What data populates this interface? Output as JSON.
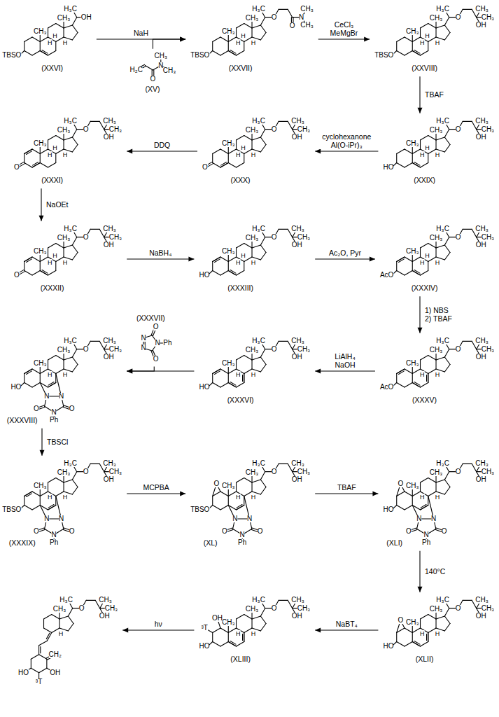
{
  "diagram": {
    "nodes": [
      {
        "text": [
          "H₃C",
          "OH",
          "CH₃",
          "CH₃",
          "H",
          "H",
          "H",
          "TBSO",
          "(XXVI)"
        ]
      },
      {
        "text": [
          "H₂C",
          "O",
          "N",
          "CH₃",
          "CH₃",
          "(XV)"
        ]
      },
      {
        "text": [
          "H₃C",
          "O",
          "O",
          "N",
          "CH₃",
          "CH₃",
          "CH₃",
          "CH₃",
          "H",
          "H",
          "H",
          "TBSO",
          "(XXVII)"
        ]
      },
      {
        "text": [
          "H₃C",
          "O",
          "CH₃",
          "CH₃",
          "OH",
          "CH₃",
          "CH₃",
          "H",
          "H",
          "H",
          "TBSO",
          "(XXVIII)"
        ]
      },
      {
        "text": [
          "H₃C",
          "O",
          "CH₃",
          "CH₃",
          "OH",
          "CH₃",
          "CH₃",
          "H",
          "H",
          "H",
          "O",
          "(XXXI)"
        ]
      },
      {
        "text": [
          "H₃C",
          "O",
          "CH₃",
          "CH₃",
          "OH",
          "CH₃",
          "CH₃",
          "H",
          "H",
          "H",
          "O",
          "(XXX)"
        ]
      },
      {
        "text": [
          "H₃C",
          "O",
          "CH₃",
          "CH₃",
          "OH",
          "CH₃",
          "CH₃",
          "H",
          "H",
          "H",
          "HO",
          "(XXIX)"
        ]
      },
      {
        "text": [
          "H₃C",
          "O",
          "CH₃",
          "CH₃",
          "OH",
          "CH₃",
          "CH₃",
          "H",
          "H",
          "H",
          "O",
          "(XXXII)"
        ]
      },
      {
        "text": [
          "H₃C",
          "O",
          "CH₃",
          "CH₃",
          "OH",
          "CH₃",
          "CH₃",
          "H",
          "H",
          "H",
          "HO",
          "(XXXIII)"
        ]
      },
      {
        "text": [
          "H₃C",
          "O",
          "CH₃",
          "CH₃",
          "OH",
          "CH₃",
          "CH₃",
          "H",
          "H",
          "H",
          "AcO",
          "(XXXIV)"
        ]
      },
      {
        "text": [
          "H₃C",
          "O",
          "CH₃",
          "CH₃",
          "OH",
          "CH₃",
          "CH₃",
          "H",
          "H",
          "HO",
          "N",
          "N",
          "N",
          "O",
          "O",
          "Ph",
          "(XXXVIII)"
        ]
      },
      {
        "text": [
          "N",
          "N",
          "O",
          "O",
          "N",
          "Ph",
          "(XXXVII)"
        ]
      },
      {
        "text": [
          "H₃C",
          "O",
          "CH₃",
          "CH₃",
          "OH",
          "CH₃",
          "CH₃",
          "H",
          "H",
          "HO",
          "(XXXVI)"
        ]
      },
      {
        "text": [
          "H₃C",
          "O",
          "CH₃",
          "CH₃",
          "OH",
          "CH₃",
          "CH₃",
          "H",
          "H",
          "AcO",
          "(XXXV)"
        ]
      },
      {
        "text": [
          "H₃C",
          "O",
          "CH₃",
          "CH₃",
          "OH",
          "CH₃",
          "CH₃",
          "H",
          "H",
          "TBSO",
          "N",
          "N",
          "N",
          "O",
          "O",
          "Ph",
          "(XXXIX)"
        ]
      },
      {
        "text": [
          "H₃C",
          "O",
          "CH₃",
          "CH₃",
          "OH",
          "CH₃",
          "CH₃",
          "H",
          "H",
          "O",
          "TBSO",
          "N",
          "N",
          "N",
          "O",
          "O",
          "Ph",
          "(XL)"
        ]
      },
      {
        "text": [
          "H₃C",
          "O",
          "CH₃",
          "CH₃",
          "OH",
          "CH₃",
          "CH₃",
          "H",
          "H",
          "O",
          "HO",
          "N",
          "N",
          "N",
          "O",
          "O",
          "Ph",
          "(XLI)"
        ]
      },
      {
        "text": [
          "H₃C",
          "O",
          "CH₃",
          "CH₃",
          "OH",
          "CH₃",
          "H",
          "CH₂",
          "OH",
          "³T",
          "HO"
        ]
      },
      {
        "text": [
          "H₃C",
          "O",
          "CH₃",
          "CH₃",
          "OH",
          "CH₃",
          "CH₃",
          "H",
          "H",
          "OH",
          "³T",
          "HO",
          "(XLIII)"
        ]
      },
      {
        "text": [
          "H₃C",
          "O",
          "CH₃",
          "CH₃",
          "OH",
          "CH₃",
          "CH₃",
          "H",
          "H",
          "O",
          "HO",
          "(XLII)"
        ]
      }
    ],
    "edges": [
      {
        "from": 0,
        "to": 2,
        "arrow": "to",
        "label": "NaH"
      },
      {
        "from": 1,
        "to": 2,
        "arrow": "to"
      },
      {
        "from": 2,
        "to": 3,
        "arrow": "to",
        "label": "CeCl₃ MeMgBr"
      },
      {
        "from": 3,
        "to": 6,
        "arrow": "to",
        "label": "TBAF"
      },
      {
        "from": 6,
        "to": 5,
        "arrow": "to",
        "label": "cyclohexanone Al(O-iPr)₃"
      },
      {
        "from": 5,
        "to": 4,
        "arrow": "to",
        "label": "DDQ"
      },
      {
        "from": 4,
        "to": 7,
        "arrow": "to",
        "label": "NaOEt"
      },
      {
        "from": 7,
        "to": 8,
        "arrow": "to",
        "label": "NaBH₄"
      },
      {
        "from": 8,
        "to": 9,
        "arrow": "to",
        "label": "Ac₂O, Pyr"
      },
      {
        "from": 9,
        "to": 13,
        "arrow": "to",
        "label": "1) NBS 2) TBAF"
      },
      {
        "from": 13,
        "to": 12,
        "arrow": "to",
        "label": "LiAlH₄ NaOH"
      },
      {
        "from": 12,
        "to": 10,
        "arrow": "to"
      },
      {
        "from": 11,
        "to": 10,
        "arrow": "to"
      },
      {
        "from": 10,
        "to": 14,
        "arrow": "to",
        "label": "TBSCl"
      },
      {
        "from": 14,
        "to": 15,
        "arrow": "to",
        "label": "MCPBA"
      },
      {
        "from": 15,
        "to": 16,
        "arrow": "to",
        "label": "TBAF"
      },
      {
        "from": 16,
        "to": 19,
        "arrow": "to",
        "label": "140°C"
      },
      {
        "from": 19,
        "to": 18,
        "arrow": "to",
        "label": "NaBT₄"
      },
      {
        "from": 18,
        "to": 17,
        "arrow": "to",
        "label": "hν"
      }
    ]
  }
}
